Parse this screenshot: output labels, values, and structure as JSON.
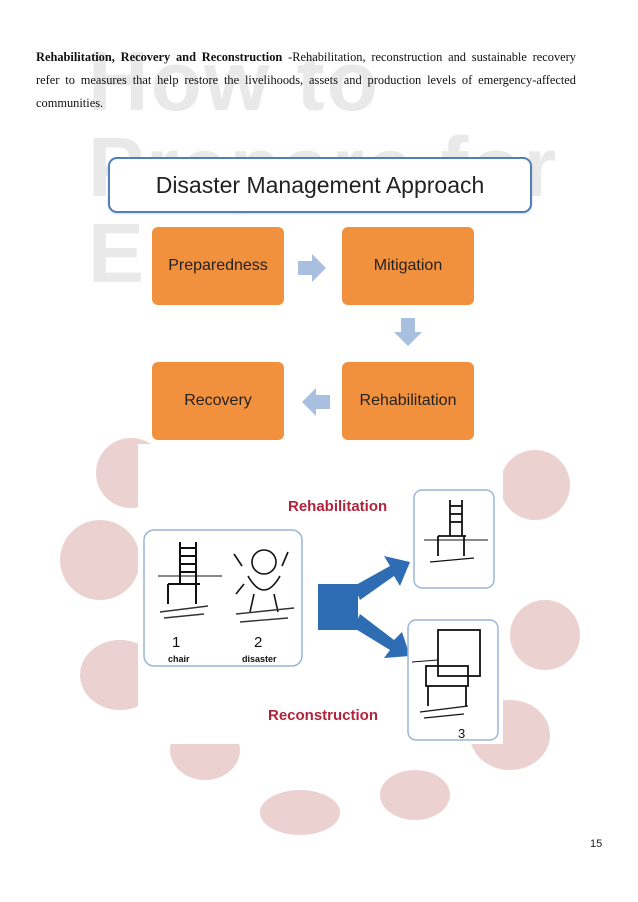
{
  "paragraph": {
    "heading": "Rehabilitation,  Recovery and Reconstruction",
    "body": " -Rehabilitation,  reconstruction  and sustainable  recovery refer to measures that help restore the livelihoods,  assets and production levels of emergency-affected communities."
  },
  "diagram": {
    "title": "Disaster Management Approach",
    "steps": {
      "preparedness": "Preparedness",
      "mitigation": "Mitigation",
      "rehabilitation": "Rehabilitation",
      "recovery": "Recovery"
    },
    "accent_color": "#f2913d",
    "arrow_color": "#a8bfe0",
    "title_border_color": "#4f7fbd"
  },
  "figure": {
    "label_rehabilitation": "Rehabilitation",
    "label_reconstruction": "Reconstruction",
    "num_1": "1",
    "num_2": "2",
    "num_3": "3",
    "caption_1": "chair",
    "caption_2": "disaster",
    "label_color": "#b3243a",
    "arrow_color": "#2e6db4"
  },
  "watermark": {
    "text": "How to\nPrepare for\nE          s"
  },
  "page_number": "15"
}
